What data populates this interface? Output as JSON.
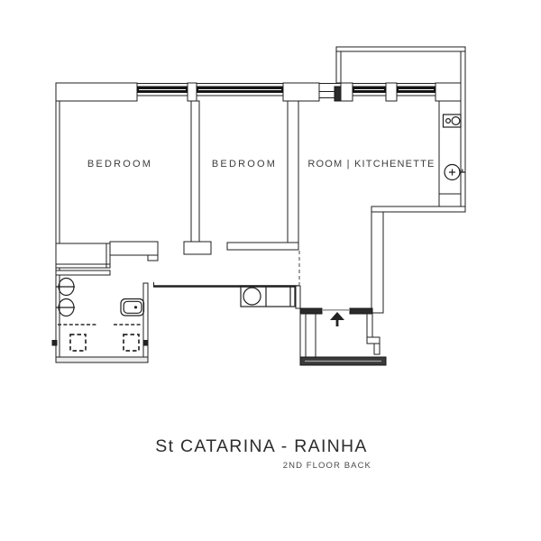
{
  "meta": {
    "title": "St CATARINA - RAINHA",
    "subtitle": "2ND FLOOR BACK"
  },
  "rooms": [
    {
      "id": "bedroom-1",
      "label": "BEDROOM"
    },
    {
      "id": "bedroom-2",
      "label": "BEDROOM"
    },
    {
      "id": "room-kitchenette",
      "label": "ROOM | KITCHENETTE"
    }
  ],
  "icons": [
    "window-glyph",
    "stove-icon",
    "sink-faucet-icon",
    "washbasin-icon",
    "toilet-icon",
    "washing-machine-icon",
    "shower-tray-icon",
    "valve-icon",
    "stairs-up-arrow-icon"
  ],
  "colors": {
    "line": "#1f1f1f",
    "window_fill": "#161616",
    "wall_dark": "#2b2b2b",
    "room_text": "#3d3d3d",
    "title_text": "#2d2d2d",
    "subtitle_text": "#4a4a4a",
    "background": "#ffffff"
  }
}
